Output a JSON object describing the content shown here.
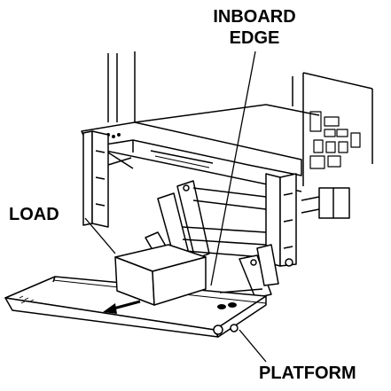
{
  "labels": {
    "inboard_edge_line1": "INBOARD",
    "inboard_edge_line2": "EDGE",
    "load": "LOAD",
    "platform": "PLATFORM"
  },
  "colors": {
    "ink": "#000000",
    "paper": "#ffffff",
    "fill_light": "#ffffff"
  }
}
